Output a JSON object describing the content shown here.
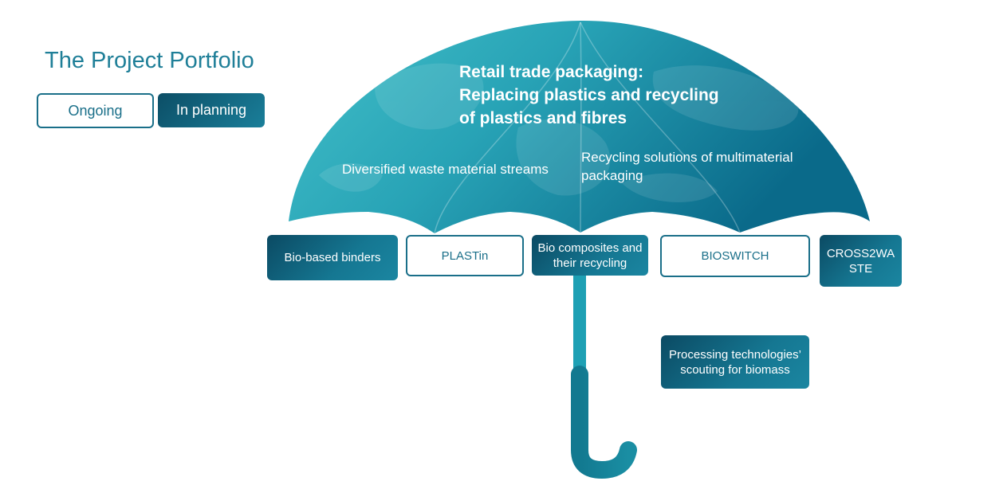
{
  "title": "The Project Portfolio",
  "legend": {
    "ongoing": "Ongoing",
    "in_planning": "In planning"
  },
  "umbrella": {
    "heading_lines": [
      "Retail trade packaging:",
      "Replacing plastics and recycling",
      "of plastics and fibres"
    ],
    "stream_left": "Diversified waste material streams",
    "stream_right": "Recycling solutions of multimaterial packaging"
  },
  "projects": {
    "bio_based_binders": "Bio-based binders",
    "plastin": "PLASTin",
    "bio_composites": "Bio composites and their recycling",
    "bioswitch": "BIOSWITCH",
    "cross2waste": "CROSS2WA STE",
    "processing": "Processing technologies’ scouting for biomass"
  },
  "colors": {
    "accent": "#1a6f89",
    "title": "#1f7f98",
    "canopy_light": "#3fb9c4",
    "canopy_dark": "#0a6a8a",
    "planning_dark": "#0c4e66"
  }
}
